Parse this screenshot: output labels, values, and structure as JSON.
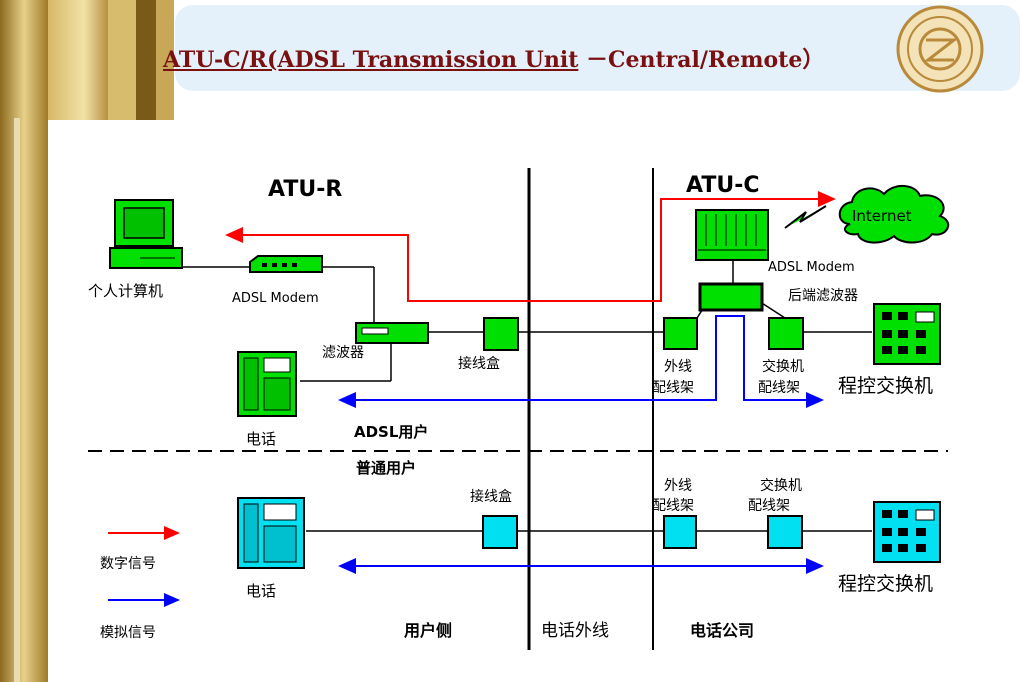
{
  "slide": {
    "title_underlined": "ATU-C/R(ADSL Transmission Unit",
    "title_rest": " －Central/Remote）"
  },
  "diagram": {
    "atu_r": "ATU-R",
    "atu_c": "ATU-C",
    "internet": "Internet",
    "pc": "个人计算机",
    "adsl_modem_r": "ADSL Modem",
    "adsl_modem_c": "ADSL Modem",
    "splitter": "滤波器",
    "rear_splitter": "后端滤波器",
    "junction_box_top": "接线盒",
    "junction_box_bottom": "接线盒",
    "outer_frame_top_1": "外线",
    "outer_frame_top_2": "配线架",
    "switch_frame_top_1": "交换机",
    "switch_frame_top_2": "配线架",
    "outer_frame_bottom_1": "外线",
    "outer_frame_bottom_2": "配线架",
    "switch_frame_bottom_1": "交换机",
    "switch_frame_bottom_2": "配线架",
    "pbx_top": "程控交换机",
    "pbx_bottom": "程控交换机",
    "phone_top": "电话",
    "phone_bottom": "电话",
    "adsl_user": "ADSL用户",
    "normal_user": "普通用户",
    "legend_digital": "数字信号",
    "legend_analog": "模拟信号",
    "user_side": "用户侧",
    "outside_line": "电话外线",
    "phone_company": "电话公司"
  },
  "colors": {
    "green": "#00e000",
    "cyan": "#00e0f0",
    "digital_arrow": "#ff0000",
    "analog_arrow": "#0000ff",
    "frame_gold": "#c9a24a"
  }
}
